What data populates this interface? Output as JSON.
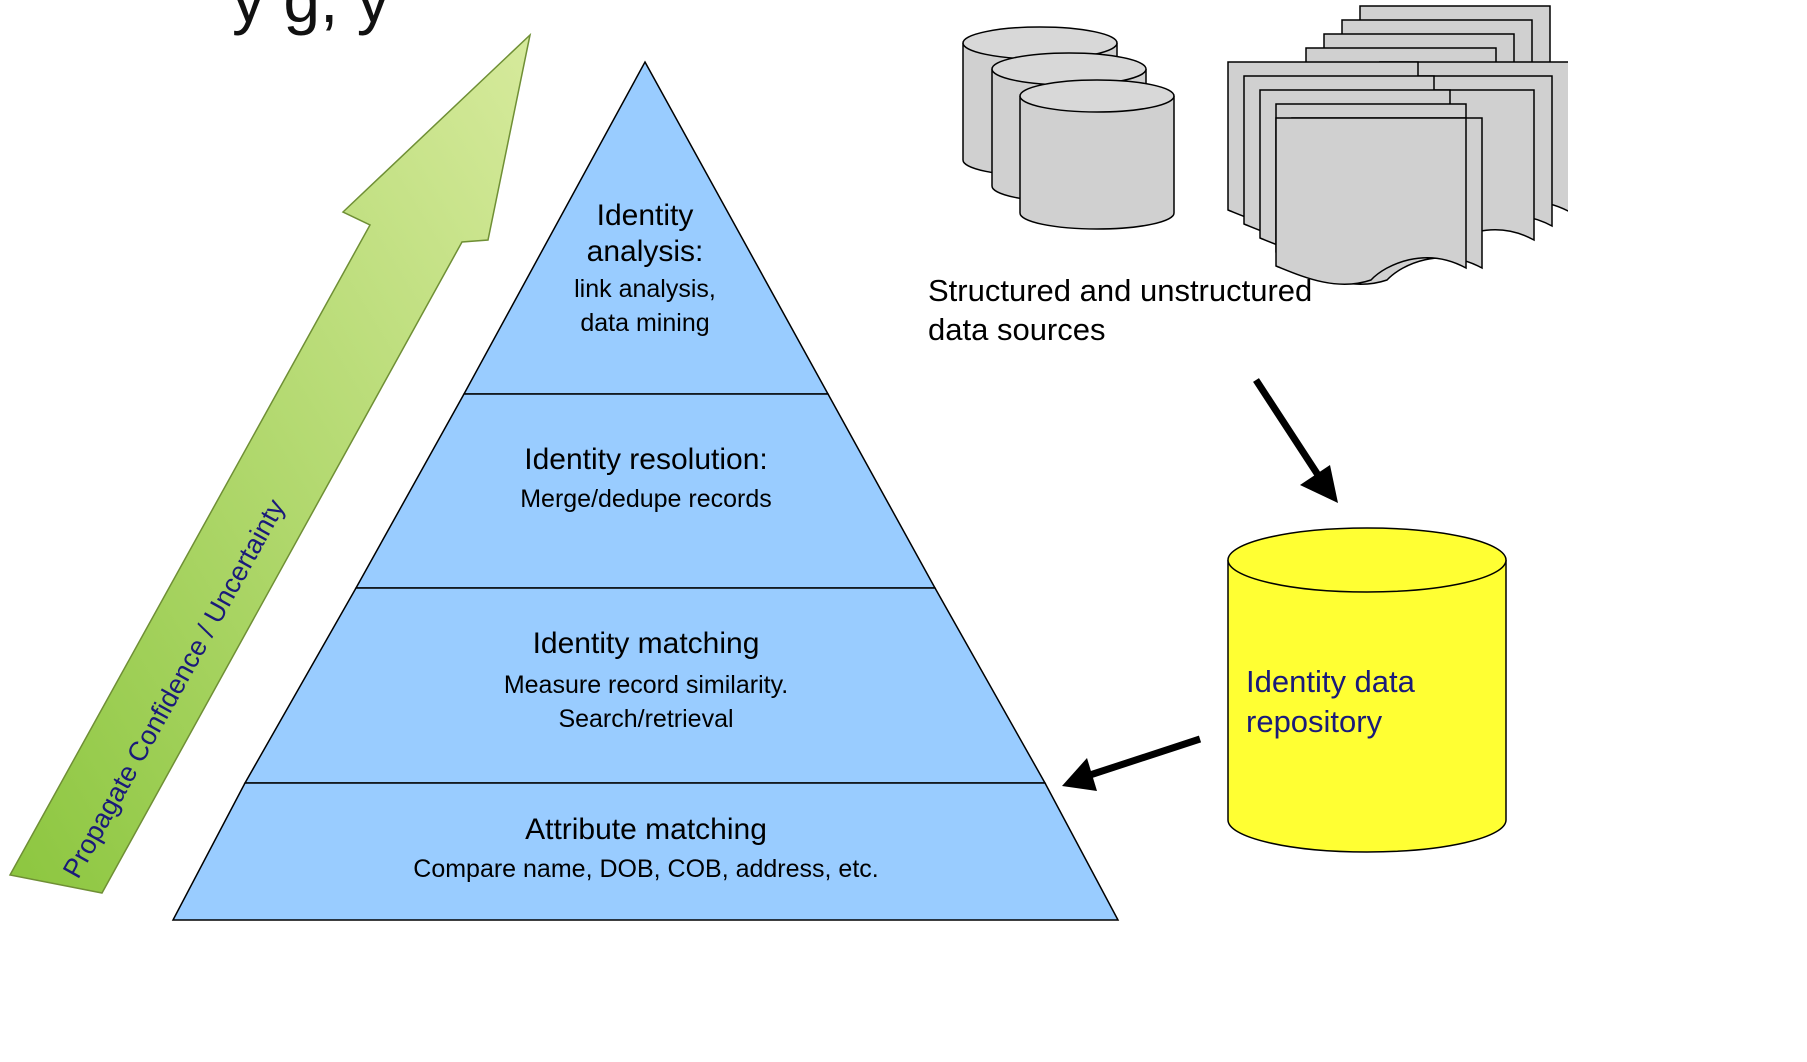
{
  "title_fragment": "y   g,      y",
  "pyramid": {
    "fill_color": "#99ccff",
    "levels": [
      {
        "id": "identity-analysis",
        "heading_lines": [
          "Identity",
          "analysis:"
        ],
        "detail_lines": [
          "link analysis,",
          "data mining"
        ]
      },
      {
        "id": "identity-resolution",
        "heading_lines": [
          "Identity resolution:"
        ],
        "detail_lines": [
          "Merge/dedupe records"
        ]
      },
      {
        "id": "identity-matching",
        "heading_lines": [
          "Identity matching"
        ],
        "detail_lines": [
          "Measure record similarity.",
          "Search/retrieval"
        ]
      },
      {
        "id": "attribute-matching",
        "heading_lines": [
          "Attribute matching"
        ],
        "detail_lines": [
          "Compare name, DOB, COB, address, etc."
        ]
      }
    ]
  },
  "side_arrow": {
    "label": "Propagate Confidence / Uncertainty",
    "color_top": "#d6ea9c",
    "color_bottom": "#8cc63f"
  },
  "sources": {
    "caption_lines": [
      "Structured and unstructured",
      "data sources"
    ],
    "db_color": "#d0d0d0"
  },
  "repository": {
    "label_lines": [
      "Identity data",
      "repository"
    ],
    "color": "#ffff33"
  }
}
